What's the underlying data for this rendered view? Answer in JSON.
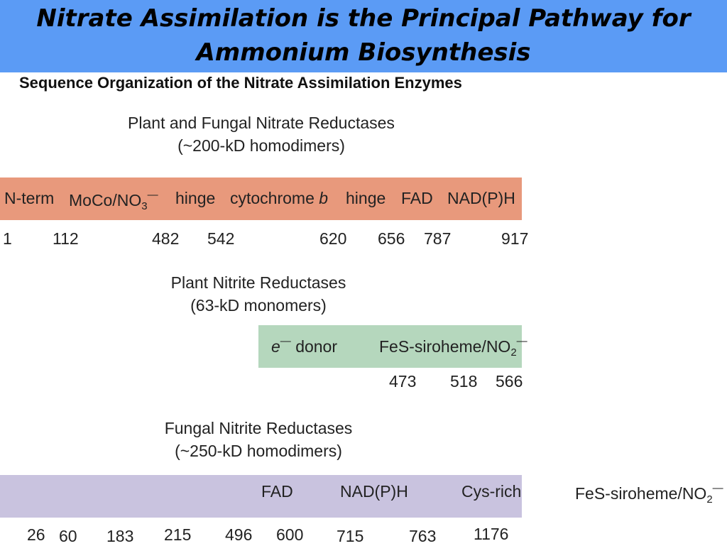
{
  "slide": {
    "title_line1": "Nitrate Assimilation is the Principal Pathway for",
    "title_line2": "Ammonium Biosynthesis",
    "subtitle": "Sequence Organization of the Nitrate Assimilation Enzymes"
  },
  "nitrate_reductase": {
    "heading_line1": "Plant and Fungal Nitrate Reductases",
    "heading_line2": "(~200-kD homodimers)",
    "color": "#e8997c",
    "domains": {
      "nterm": "N-term",
      "moco_base": "MoCo/NO",
      "moco_sub": "3",
      "moco_sup": "—",
      "hinge1": "hinge",
      "cyto": "cytochrome",
      "cyto_b": "b",
      "hinge2": "hinge",
      "fad": "FAD",
      "nadph": "NAD(P)H"
    },
    "positions": [
      "1",
      "112",
      "482",
      "542",
      "620",
      "656",
      "787",
      "917"
    ]
  },
  "plant_nitrite_reductase": {
    "heading_line1": "Plant Nitrite Reductases",
    "heading_line2": "(63-kD monomers)",
    "color": "#b5d7bd",
    "domains": {
      "e": "e",
      "e_sup": "—",
      "donor": "donor",
      "fes_base": "FeS-siroheme/NO",
      "fes_sub": "2",
      "fes_sup": "—"
    },
    "positions": [
      "473",
      "518",
      "566"
    ]
  },
  "fungal_nitrite_reductase": {
    "heading_line1": "Fungal Nitrite Reductases",
    "heading_line2": "(~250-kD homodimers)",
    "color": "#c9c3df",
    "domains": {
      "fad": "FAD",
      "nadph": "NAD(P)H",
      "cys": "Cys-rich",
      "fes_base": "FeS-siroheme/NO",
      "fes_sub": "2",
      "fes_sup": "—"
    },
    "positions": [
      "26",
      "60",
      "183",
      "215",
      "496",
      "600",
      "715",
      "763",
      "1176"
    ]
  }
}
